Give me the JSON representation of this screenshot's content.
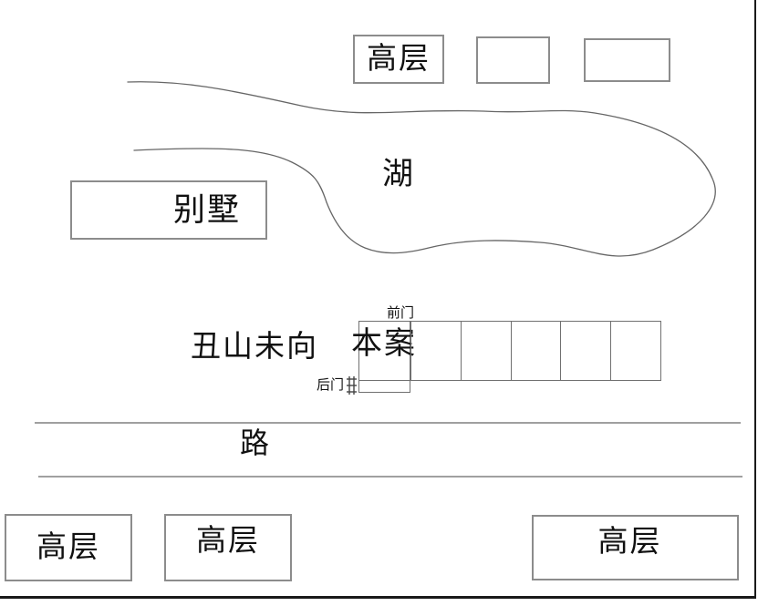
{
  "labels": {
    "top_tower": "高层",
    "lake": "湖",
    "villa": "别墅",
    "orientation": "丑山未向",
    "site": "本案",
    "front_door": "前门",
    "back_door": "后门",
    "road": "路",
    "bottom_tower_left": "高层",
    "bottom_tower_center": "高层",
    "bottom_tower_right": "高层"
  },
  "colors": {
    "background": "#ffffff",
    "box_border": "#8c8c8c",
    "thin_line": "#707070",
    "lake_outline": "#666666",
    "road_line": "#a0a0a0",
    "frame": "#1a1a1a",
    "text": "#111111"
  }
}
